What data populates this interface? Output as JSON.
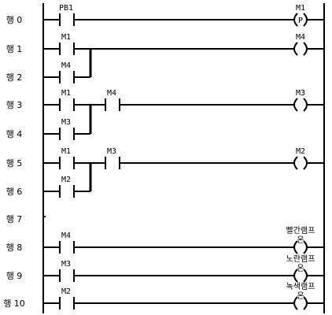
{
  "ladder": {
    "row_labels": [
      "행 0",
      "행 1",
      "행 2",
      "행 3",
      "행 4",
      "행 5",
      "행 6",
      "행 7",
      "행 8",
      "행 9",
      "행 10"
    ],
    "rungs": [
      {
        "row": 0,
        "contacts": [
          {
            "label": "PB1"
          }
        ],
        "coil": {
          "label": "M1",
          "mark": "P"
        }
      },
      {
        "row": 1,
        "contacts": [
          {
            "label": "M1"
          }
        ],
        "branch": {
          "row": 2,
          "label": "M4"
        },
        "coil": {
          "label": "M4"
        }
      },
      {
        "row": 3,
        "contacts": [
          {
            "label": "M1"
          },
          {
            "label": "M4"
          }
        ],
        "branch": {
          "row": 4,
          "label": "M3"
        },
        "coil": {
          "label": "M3"
        }
      },
      {
        "row": 5,
        "contacts": [
          {
            "label": "M1"
          },
          {
            "label": "M3"
          }
        ],
        "branch": {
          "row": 6,
          "label": "M2"
        },
        "coil": {
          "label": "M2"
        }
      },
      {
        "row": 8,
        "contacts": [
          {
            "label": "M4"
          }
        ],
        "coil": {
          "label": "빨간램프",
          "lamp": "온"
        }
      },
      {
        "row": 9,
        "contacts": [
          {
            "label": "M3"
          }
        ],
        "coil": {
          "label": "노란램프",
          "lamp": "온"
        }
      },
      {
        "row": 10,
        "contacts": [
          {
            "label": "M2"
          }
        ],
        "coil": {
          "label": "녹색램프",
          "lamp": "온"
        }
      }
    ]
  }
}
